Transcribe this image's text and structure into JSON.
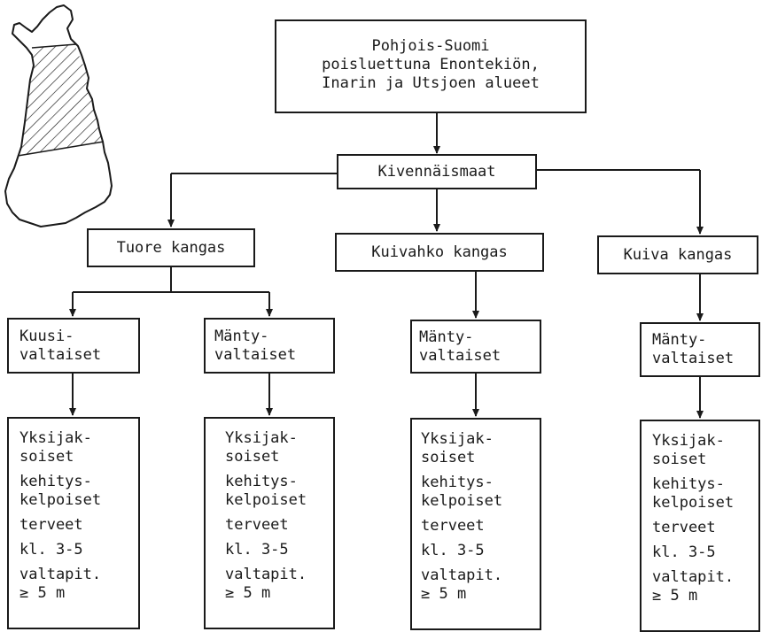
{
  "region_box": {
    "lines": [
      "Pohjois-Suomi",
      "poisluettuna Enontekiön,",
      "Inarin ja Utsjoen alueet"
    ]
  },
  "soil_box": {
    "label": "Kivennäismaat"
  },
  "site_types": [
    {
      "label": "Tuore kangas"
    },
    {
      "label": "Kuivahko kangas"
    },
    {
      "label": "Kuiva kangas"
    }
  ],
  "dominance": [
    {
      "lines": [
        "Kuusi-",
        "valtaiset"
      ]
    },
    {
      "lines": [
        "Mänty-",
        "valtaiset"
      ]
    },
    {
      "lines": [
        "Mänty-",
        "valtaiset"
      ]
    },
    {
      "lines": [
        "Mänty-",
        "valtaiset"
      ]
    }
  ],
  "criteria": [
    {
      "lines": [
        "Yksijak-",
        "soiset",
        "kehitys-",
        "kelpoiset",
        "terveet",
        "kl. 3-5",
        "valtapit.",
        "≥ 5 m"
      ]
    },
    {
      "lines": [
        "Yksijak-",
        "soiset",
        "kehitys-",
        "kelpoiset",
        "terveet",
        "kl. 3-5",
        "valtapit.",
        "≥ 5 m"
      ]
    },
    {
      "lines": [
        "Yksijak-",
        "soiset",
        "kehitys-",
        "kelpoiset",
        "terveet",
        "kl. 3-5",
        "valtapit.",
        "≥ 5 m"
      ]
    },
    {
      "lines": [
        "Yksijak-",
        "soiset",
        "kehitys-",
        "kelpoiset",
        "terveet",
        "kl. 3-5",
        "valtapit.",
        "≥ 5 m"
      ]
    }
  ],
  "map": {
    "icon": "finland-map-icon",
    "highlighted_region": "Northern Finland (hatched)"
  }
}
